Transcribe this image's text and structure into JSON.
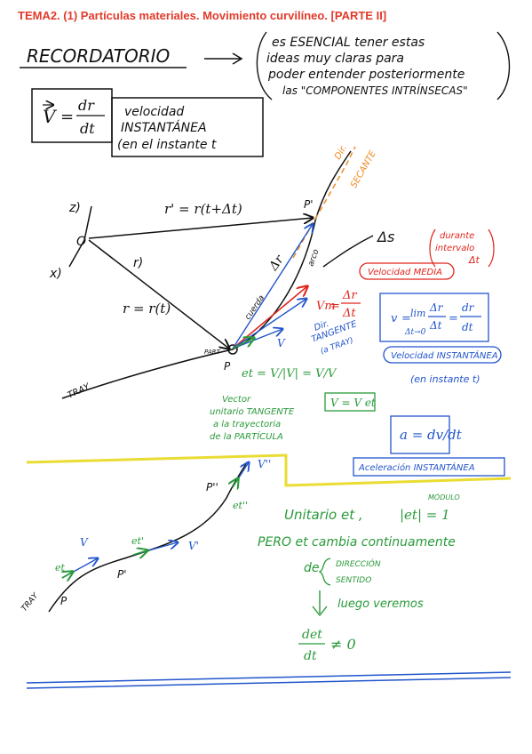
{
  "title": "TEMA2. (1) Partículas materiales. Movimiento curvilíneo. [PARTE II]",
  "recordatorio": {
    "heading": "RECORDATORIO",
    "note_lines": [
      "es ESENCIAL tener estas",
      "ideas muy claras para",
      "poder entender posteriormente",
      "las \"COMPONENTES INTRÍNSECAS\""
    ]
  },
  "velocity_box": {
    "v_symbol": "V",
    "equals": "=",
    "numerator": "dr",
    "denominator": "dt",
    "lines": [
      "velocidad",
      "INSTANTÁNEA",
      "(en el instante t"
    ]
  },
  "diagram": {
    "axis_z": "z)",
    "axis_x": "x)",
    "origin": "O",
    "r_label": "r)",
    "r_prime_eq": "r' = r(t+Δt)",
    "r_eq": "r = r(t)",
    "p_prime": "P'",
    "p": "P",
    "part": "PART",
    "tray": "TRAY",
    "dir_secante": [
      "Dir.",
      "SECANTE"
    ],
    "delta_s": "Δs",
    "durante": [
      "durante",
      "intervalo",
      "Δt"
    ],
    "delta_r": "Δr",
    "cuerda": "cuerda",
    "arco": "arco",
    "vm_eq_left": "Vm",
    "vm_eq_num": "Δr",
    "vm_eq_den": "Δt",
    "velocidad_media": "Velocidad MEDIA",
    "lim_block": {
      "v": "v",
      "lim": "lim",
      "sub": "Δt→0",
      "num1": "Δr",
      "den1": "Δt",
      "num2": "dr",
      "den2": "dt"
    },
    "velocidad_instantanea": "Velocidad INSTANTÁNEA",
    "en_instante": "(en instante t)",
    "dir_tangente": [
      "Dir.",
      "TANGENTE",
      "(a TRAY)"
    ],
    "v_label": "V",
    "et_eq": "et = V/|V| = V/V",
    "v_eq": "V = V et",
    "vector_unitario": [
      "Vector",
      "unitario TANGENTE",
      "a la trayectoria",
      "de la PARTÍCULA"
    ],
    "acc_eq": "a = dv/dt",
    "acc_label": "Aceleración INSTANTÁNEA"
  },
  "lower": {
    "tray": "TRAY",
    "p": "P",
    "p1": "P'",
    "p2": "P''",
    "v": "V",
    "v1": "V'",
    "v2": "V''",
    "et": "et",
    "et1": "et'",
    "et2": "et''",
    "modulo": "MÓDULO",
    "unitario": "Unitario et ,",
    "abs_eq": "|et| = 1",
    "pero": "PERO et cambia continuamente",
    "de": "de",
    "direccion": "DIRECCIÓN",
    "sentido": "SENTIDO",
    "luego": "luego veremos",
    "final_num": "det",
    "final_den": "dt",
    "final_rhs": "≠ 0"
  },
  "colors": {
    "black": "#111111",
    "blue": "#2255cc",
    "red": "#e0261c",
    "green": "#2a9a3a",
    "orange": "#f08a24",
    "yellow": "#e9dc33"
  }
}
